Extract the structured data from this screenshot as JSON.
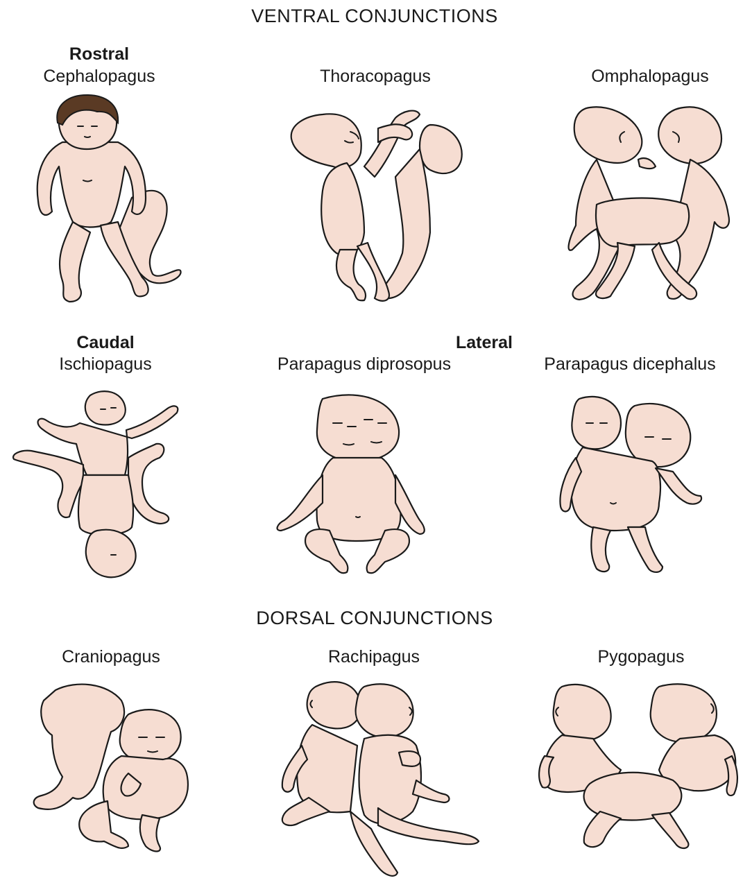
{
  "sections": {
    "ventral": "VENTRAL CONJUNCTIONS",
    "dorsal": "DORSAL CONJUNCTIONS"
  },
  "groups": {
    "rostral": "Rostral",
    "caudal": "Caudal",
    "lateral": "Lateral"
  },
  "types": {
    "cephalopagus": "Cephalopagus",
    "thoracopagus": "Thoracopagus",
    "omphalopagus": "Omphalopagus",
    "ischiopagus": "Ischiopagus",
    "parapagus_diprosopus": "Parapagus diprosopus",
    "parapagus_dicephalus": "Parapagus dicephalus",
    "craniopagus": "Craniopagus",
    "rachipagus": "Rachipagus",
    "pygopagus": "Pygopagus"
  },
  "colors": {
    "skin": "#f6ddd2",
    "outline": "#1a1a1a",
    "hair": "#5a3a24"
  }
}
